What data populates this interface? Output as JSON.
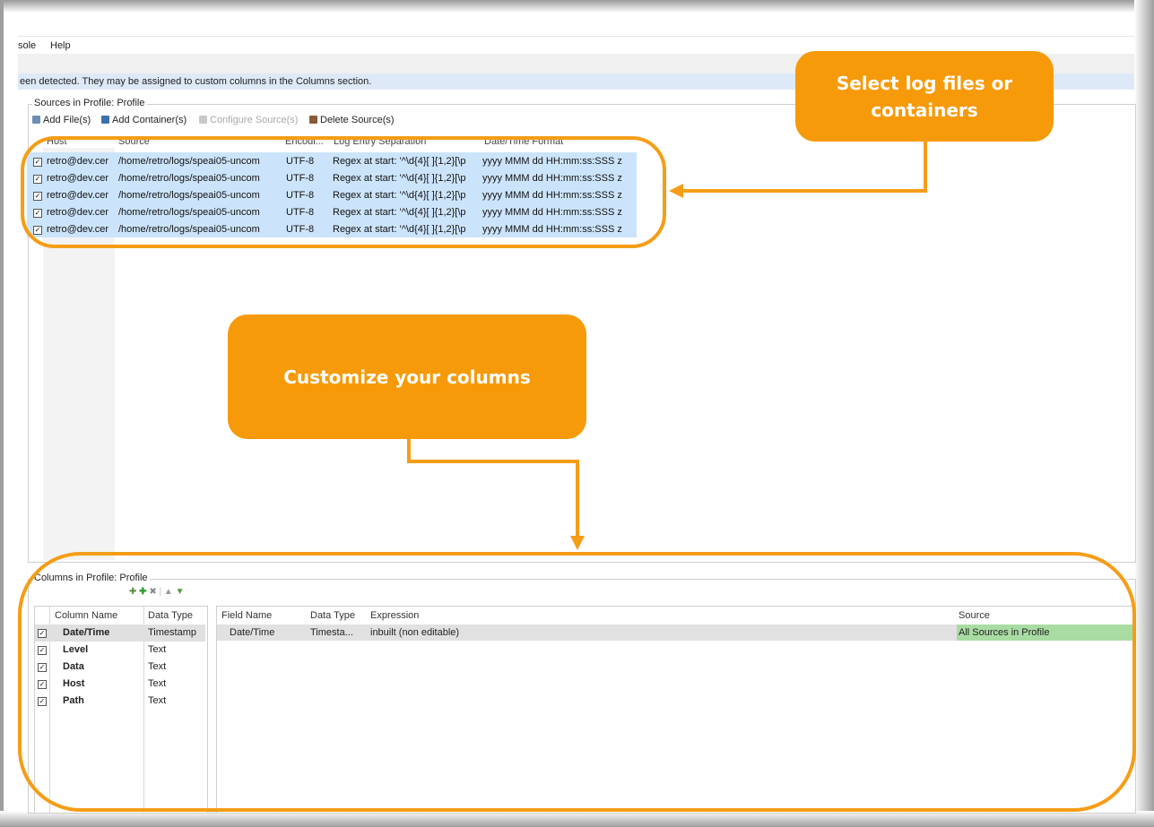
{
  "menu": {
    "items": [
      "sole",
      "Help"
    ]
  },
  "info_bar": {
    "text": "een detected. They may be assigned to custom columns in the Columns section."
  },
  "sources": {
    "group_title": "Sources in Profile: Profile",
    "toolbar": {
      "add_files": "Add File(s)",
      "add_container": "Add Container(s)",
      "configure_source": "Configure Source(s)",
      "delete_source": "Delete Source(s)"
    },
    "columns": [
      "Host",
      "Source",
      "Encodi...",
      "Log Entry Separation",
      "Date/Time Format"
    ],
    "rows": [
      {
        "host": "retro@dev.cer",
        "source": "/home/retro/logs/speai05-uncom",
        "encoding": "UTF-8",
        "separation": "Regex at start: '^\\d{4}[ ]{1,2}[\\p",
        "format": "yyyy MMM dd HH:mm:ss:SSS z"
      },
      {
        "host": "retro@dev.cer",
        "source": "/home/retro/logs/speai05-uncom",
        "encoding": "UTF-8",
        "separation": "Regex at start: '^\\d{4}[ ]{1,2}[\\p",
        "format": "yyyy MMM dd HH:mm:ss:SSS z"
      },
      {
        "host": "retro@dev.cer",
        "source": "/home/retro/logs/speai05-uncom",
        "encoding": "UTF-8",
        "separation": "Regex at start: '^\\d{4}[ ]{1,2}[\\p",
        "format": "yyyy MMM dd HH:mm:ss:SSS z"
      },
      {
        "host": "retro@dev.cer",
        "source": "/home/retro/logs/speai05-uncom",
        "encoding": "UTF-8",
        "separation": "Regex at start: '^\\d{4}[ ]{1,2}[\\p",
        "format": "yyyy MMM dd HH:mm:ss:SSS z"
      },
      {
        "host": "retro@dev.cer",
        "source": "/home/retro/logs/speai05-uncom",
        "encoding": "UTF-8",
        "separation": "Regex at start: '^\\d{4}[ ]{1,2}[\\p",
        "format": "yyyy MMM dd HH:mm:ss:SSS z"
      }
    ]
  },
  "callouts": {
    "select": "Select log files or containers",
    "customize": "Customize your columns"
  },
  "columns_section": {
    "group_title": "Columns in Profile: Profile",
    "left_headers": [
      "Column Name",
      "Data Type"
    ],
    "left_rows": [
      {
        "name": "Date/Time",
        "type": "Timestamp"
      },
      {
        "name": "Level",
        "type": "Text"
      },
      {
        "name": "Data",
        "type": "Text"
      },
      {
        "name": "Host",
        "type": "Text"
      },
      {
        "name": "Path",
        "type": "Text"
      }
    ],
    "right_headers": [
      "Field Name",
      "Data Type",
      "Expression",
      "Source"
    ],
    "right_row": {
      "field": "Date/Time",
      "type": "Timesta...",
      "expression": "inbuilt (non editable)",
      "source": "All Sources in Profile"
    }
  },
  "colors": {
    "accent_orange": "#f79a0a",
    "selection_blue": "#cce4fb",
    "source_green": "#a9dca3",
    "info_bar": "#dde9f7"
  },
  "icons": [
    "add-file-icon",
    "add-container-icon",
    "configure-icon",
    "delete-icon",
    "checkbox-icon",
    "add-column-icon",
    "remove-column-icon",
    "move-up-icon",
    "move-down-icon"
  ]
}
